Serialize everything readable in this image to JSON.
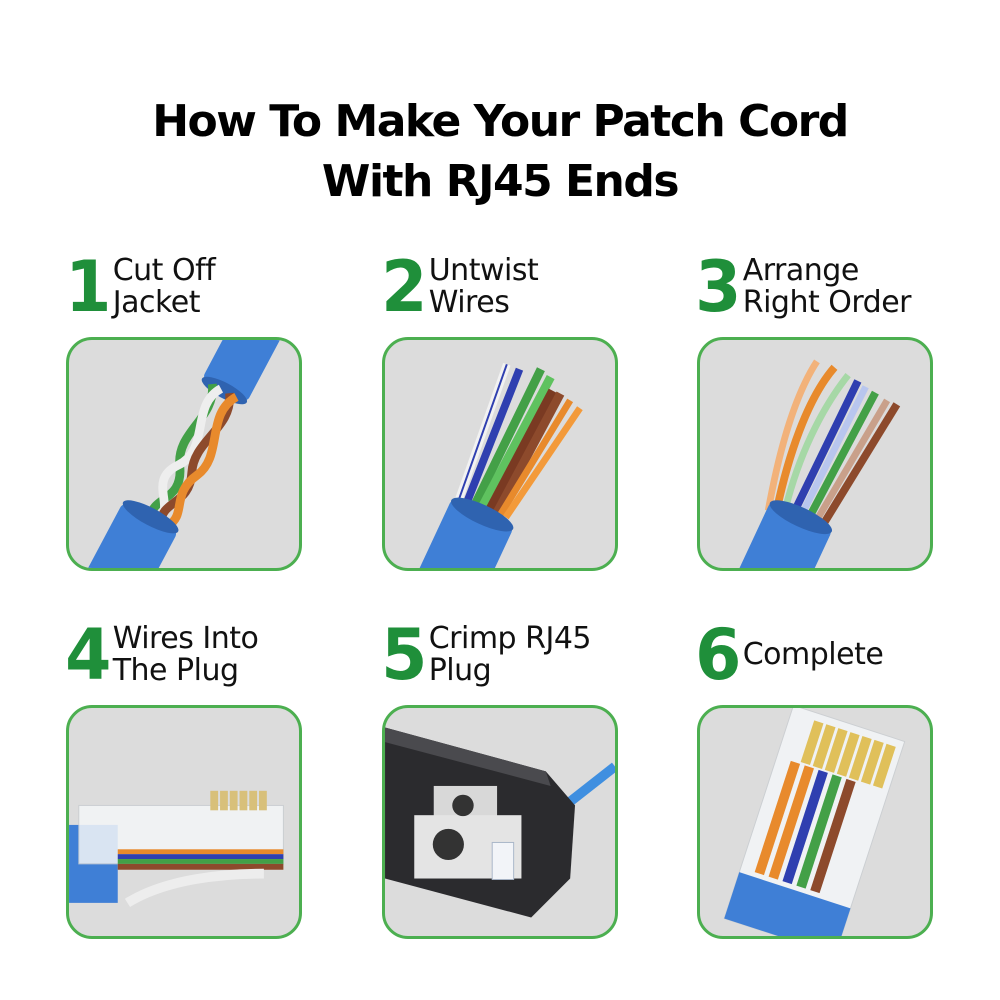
{
  "title": {
    "line1": "How To Make Your Patch Cord",
    "line2": "With RJ45 Ends"
  },
  "colors": {
    "accent_green": "#1f8f3a",
    "panel_border": "#4caf50",
    "panel_bg": "#dcdcdc",
    "cable_blue": "#3f7fd6"
  },
  "steps": [
    {
      "number": "1",
      "line1": "Cut Off",
      "line2": "Jacket",
      "image": "stripped-twisted-pairs-illustration"
    },
    {
      "number": "2",
      "line1": "Untwist",
      "line2": "Wires",
      "image": "untwisted-wires-illustration"
    },
    {
      "number": "3",
      "line1": "Arrange",
      "line2": "Right Order",
      "image": "ordered-wires-illustration"
    },
    {
      "number": "4",
      "line1": "Wires Into",
      "line2": "The Plug",
      "image": "wires-in-rj45-plug-illustration"
    },
    {
      "number": "5",
      "line1": "Crimp RJ45",
      "line2": "Plug",
      "image": "crimping-tool-illustration"
    },
    {
      "number": "6",
      "line1": "Complete",
      "line2": "",
      "image": "finished-rj45-plug-illustration"
    }
  ]
}
